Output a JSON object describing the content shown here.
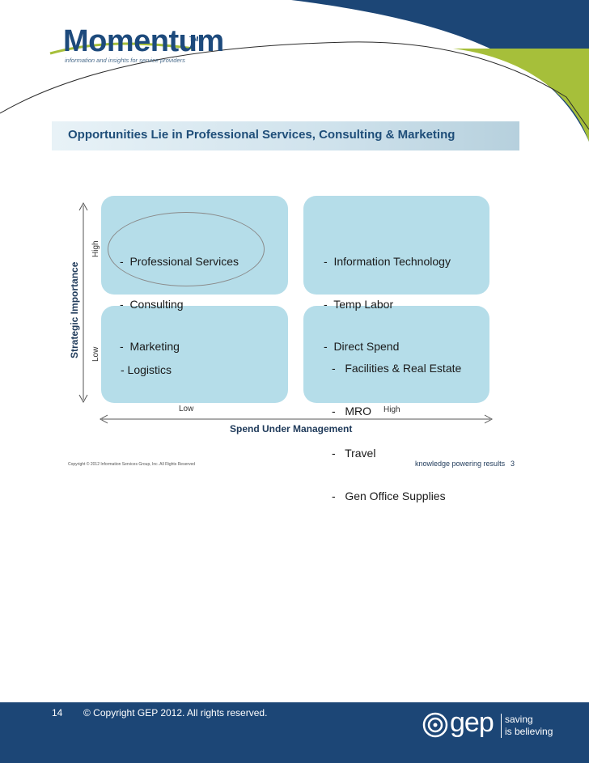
{
  "header": {
    "logo_word": "Momentum",
    "logo_tm": "TM",
    "logo_tagline": "information and insights for service providers"
  },
  "slide": {
    "title": "Opportunities Lie in Professional Services, Consulting & Marketing",
    "y_axis_label": "Strategic Importance",
    "y_high": "High",
    "y_low": "Low",
    "x_axis_label": "Spend Under Management",
    "x_low": "Low",
    "x_high": "High",
    "quadrants": {
      "top_left": [
        "-  Professional Services",
        "-  Consulting",
        "-  Marketing"
      ],
      "top_right": [
        "-  Information Technology",
        "-  Temp Labor",
        "-  Direct Spend"
      ],
      "bottom_left": [
        "- Logistics"
      ],
      "bottom_right": [
        "-   Facilities & Real Estate",
        "-   MRO",
        "-   Travel",
        "-   Gen Office Supplies"
      ]
    },
    "footer_copyright": "Copyright © 2012 Information Services Group, Inc. All Rights Reserved",
    "footer_tagline": "knowledge powering results",
    "footer_page": "3"
  },
  "footer": {
    "page_number": "14",
    "copyright": "© Copyright GEP 2012. All rights reserved.",
    "brand": "gep",
    "tagline_line1": "saving",
    "tagline_line2": "is believing"
  },
  "colors": {
    "navy": "#1c4676",
    "green": "#a6bf3a",
    "quadrant": "#b5dde9"
  }
}
